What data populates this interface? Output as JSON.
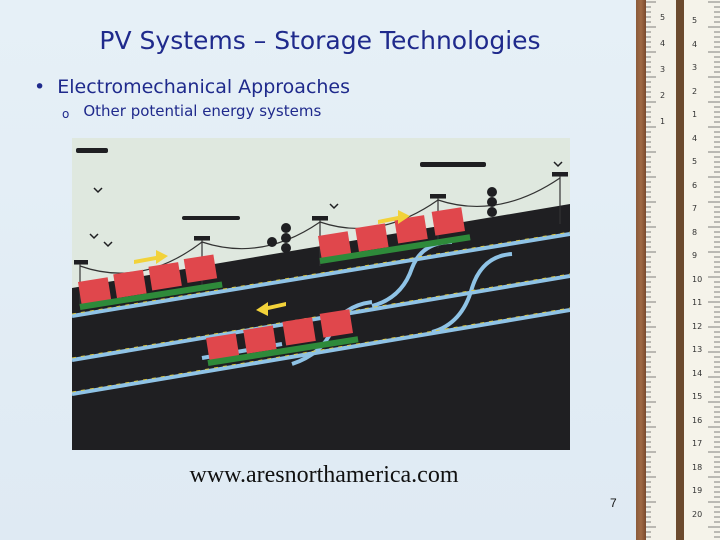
{
  "slide": {
    "title": "PV Systems – Storage Technologies",
    "bullet": "Electromechanical Approaches",
    "sub_bullet": "Other potential energy systems",
    "source_url": "www.aresnorthamerica.com",
    "page_number": "7"
  },
  "ruler": {
    "numbers": [
      "5",
      "4",
      "3",
      "2",
      "1",
      "4",
      "5",
      "6",
      "7",
      "8",
      "9",
      "10",
      "11",
      "12",
      "13",
      "14",
      "15",
      "16",
      "17",
      "18",
      "19",
      "20"
    ],
    "flip_numbers": [
      "5",
      "4",
      "3",
      "2",
      "1"
    ]
  },
  "colors": {
    "title": "#1f2a8c",
    "sky": "#dfe8df",
    "ground": "#1f1f22",
    "rail": "#8fc3e6",
    "car": "#e0474c",
    "chassis": "#2e8a3a",
    "arrow": "#f2d23a"
  }
}
